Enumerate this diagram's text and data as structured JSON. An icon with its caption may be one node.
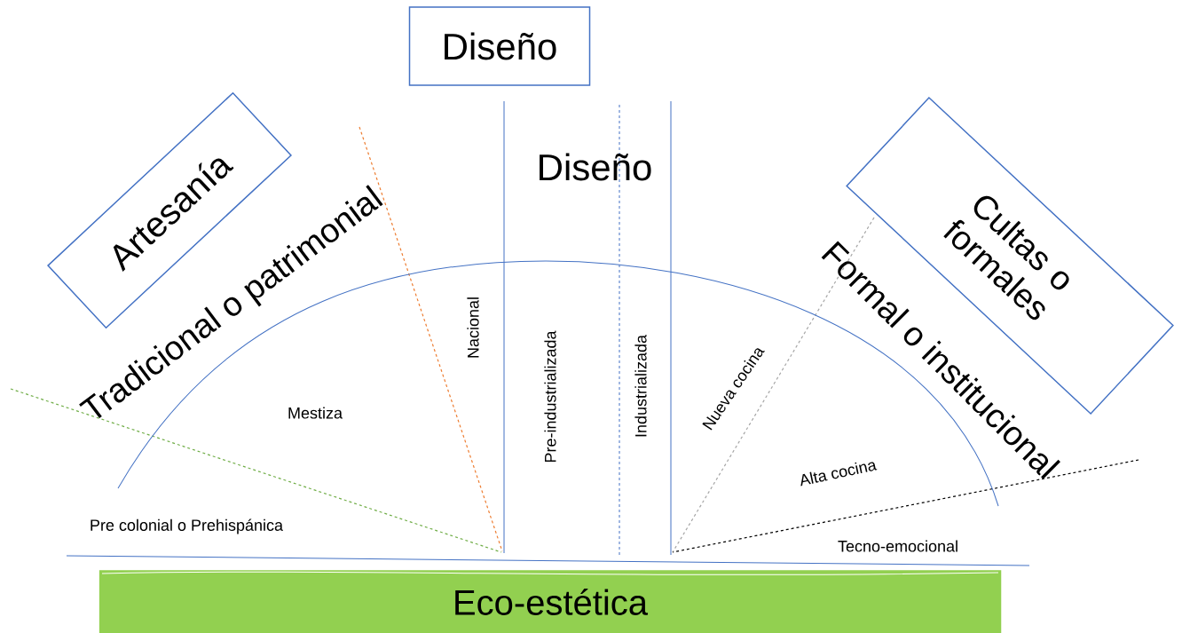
{
  "diagram": {
    "nodes": [
      {
        "text": [
          "Diseño"
        ]
      },
      {
        "text": [
          "Artesanía"
        ]
      },
      {
        "text": [
          "Cultas o formales"
        ]
      },
      {
        "text": [
          "Eco-estética"
        ]
      }
    ],
    "labels": [
      "Diseño",
      "Tradicional o patrimonial",
      "Formal o institucional",
      "Nacional",
      "Pre-industrializada",
      "Industrializada",
      "Nueva cocina",
      "Mestiza",
      "Alta cocina",
      "Pre colonial o Prehispánica",
      "Tecno-emocional"
    ]
  }
}
